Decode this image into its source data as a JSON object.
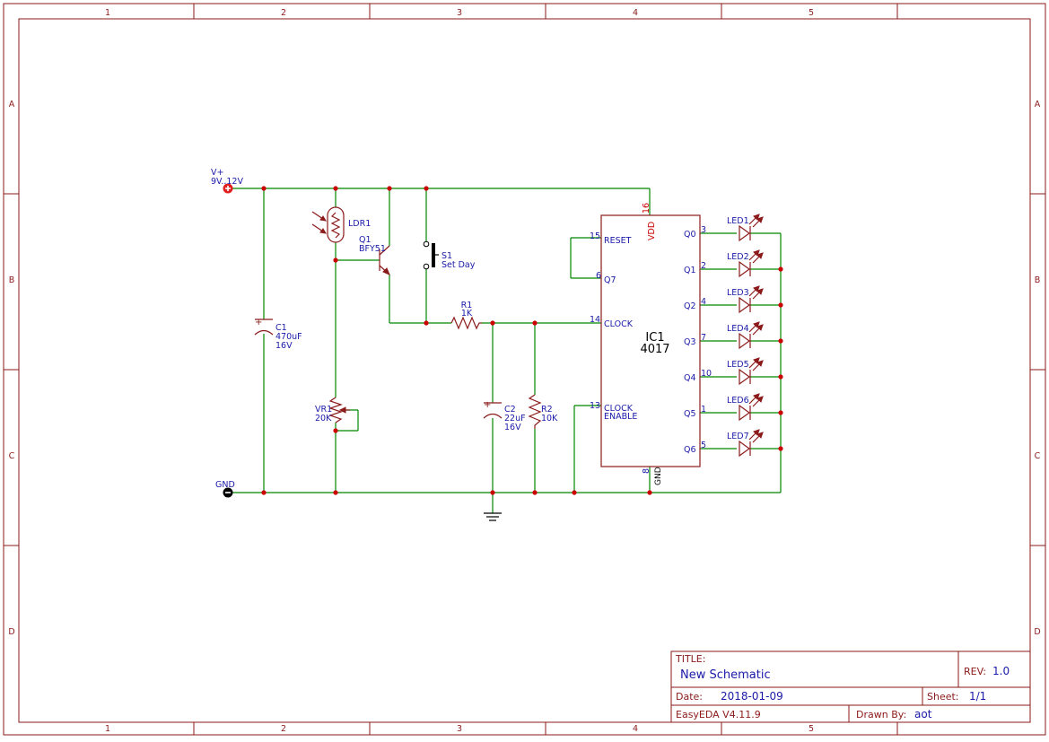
{
  "frame": {
    "columns": [
      "1",
      "2",
      "3",
      "4",
      "5"
    ],
    "rows": [
      "A",
      "B",
      "C",
      "D"
    ]
  },
  "power": {
    "vplus_name": "V+",
    "vplus_range": "9V..12V",
    "gnd_name": "GND"
  },
  "components": {
    "c1": {
      "ref": "C1",
      "value": "470uF",
      "voltage": "16V"
    },
    "ldr1": {
      "ref": "LDR1"
    },
    "q1": {
      "ref": "Q1",
      "value": "BFY51"
    },
    "vr1": {
      "ref": "VR1",
      "value": "20K"
    },
    "s1": {
      "ref": "S1",
      "value": "Set Day"
    },
    "r1": {
      "ref": "R1",
      "value": "1K"
    },
    "c2": {
      "ref": "C2",
      "value": "22uF",
      "voltage": "16V"
    },
    "r2": {
      "ref": "R2",
      "value": "10K"
    },
    "ic1": {
      "ref": "IC1",
      "value": "4017",
      "vdd_pin": "16",
      "vdd_label": "VDD",
      "gnd_pin": "8",
      "gnd_label": "GND",
      "left_pins": [
        {
          "num": "15",
          "label": "RESET"
        },
        {
          "num": "6",
          "label": "Q7"
        },
        {
          "num": "14",
          "label": "CLOCK"
        },
        {
          "num": "13",
          "label": "CLOCK",
          "label2": "ENABLE"
        }
      ],
      "right_pins": [
        {
          "num": "3",
          "label": "Q0"
        },
        {
          "num": "2",
          "label": "Q1"
        },
        {
          "num": "4",
          "label": "Q2"
        },
        {
          "num": "7",
          "label": "Q3"
        },
        {
          "num": "10",
          "label": "Q4"
        },
        {
          "num": "1",
          "label": "Q5"
        },
        {
          "num": "5",
          "label": "Q6"
        }
      ]
    },
    "leds": [
      "LED1",
      "LED2",
      "LED3",
      "LED4",
      "LED5",
      "LED6",
      "LED7"
    ]
  },
  "title_block": {
    "title_label": "TITLE:",
    "title": "New Schematic",
    "rev_label": "REV:",
    "rev": "1.0",
    "date_label": "Date:",
    "date": "2018-01-09",
    "sheet_label": "Sheet:",
    "sheet": "1/1",
    "tool": "EasyEDA V4.11.9",
    "drawn_label": "Drawn By:",
    "drawn_by": "aot"
  },
  "colors": {
    "frame": "#8b1a1a",
    "wire": "#008800",
    "junction": "#cc0000",
    "label": "#1a1aa8"
  }
}
